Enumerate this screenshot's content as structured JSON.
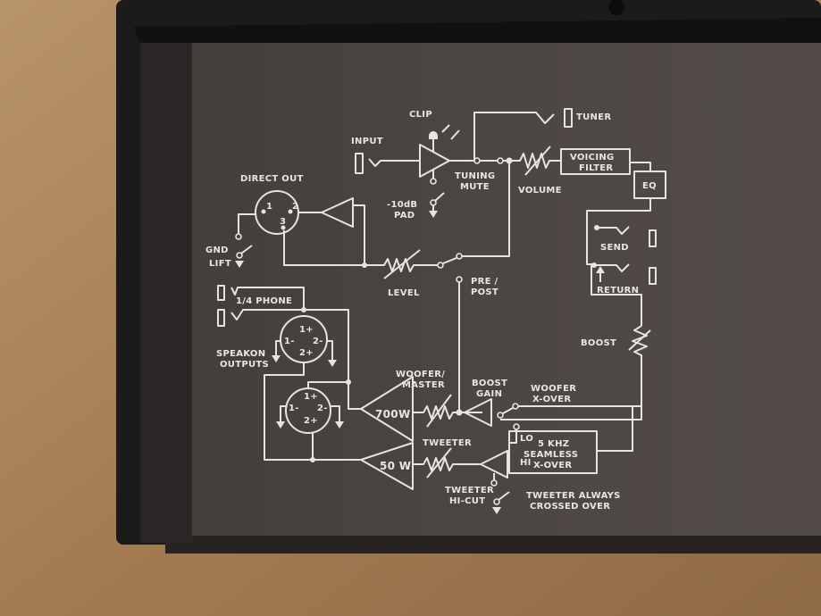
{
  "colors": {
    "panel": "#4a4441",
    "chassis": "#1c1b1b",
    "wood": "#a7825a",
    "print": "#e6e6e6"
  },
  "labels": {
    "clip": "CLIP",
    "input": "INPUT",
    "tuner": "TUNER",
    "direct_out": "DIRECT OUT",
    "tuning_mute": [
      "TUNING",
      "MUTE"
    ],
    "volume": "VOLUME",
    "voicing_filter": [
      "VOICING",
      "FILTER"
    ],
    "eq": "EQ",
    "pad": [
      "-10dB",
      "PAD"
    ],
    "gnd_lift": [
      "GND",
      "LIFT"
    ],
    "send": "SEND",
    "level": "LEVEL",
    "pre_post": [
      "PRE /",
      "POST"
    ],
    "return": "RETURN",
    "phone": "1/4 PHONE",
    "boost": "BOOST",
    "speakon_outputs": [
      "SPEAKON",
      "OUTPUTS"
    ],
    "woofer_master": [
      "WOOFER/",
      "MASTER"
    ],
    "boost_gain": [
      "BOOST",
      "GAIN"
    ],
    "woofer_xover": [
      "WOOFER",
      "X-OVER"
    ],
    "amp_700": "700W",
    "tweeter": "TWEETER",
    "xover_box": [
      "5 KHZ",
      "SEAMLESS",
      "X-OVER"
    ],
    "lo": "LO",
    "hi": "HI",
    "amp_50": "50 W",
    "tweeter_hicut": [
      "TWEETER",
      "HI-CUT"
    ],
    "tweeter_always": [
      "TWEETER ALWAYS",
      "CROSSED OVER"
    ],
    "xlr_pins": [
      "1",
      "2",
      "3"
    ],
    "speakon_pins": [
      "1+",
      "1-",
      "2-",
      "2+"
    ]
  }
}
